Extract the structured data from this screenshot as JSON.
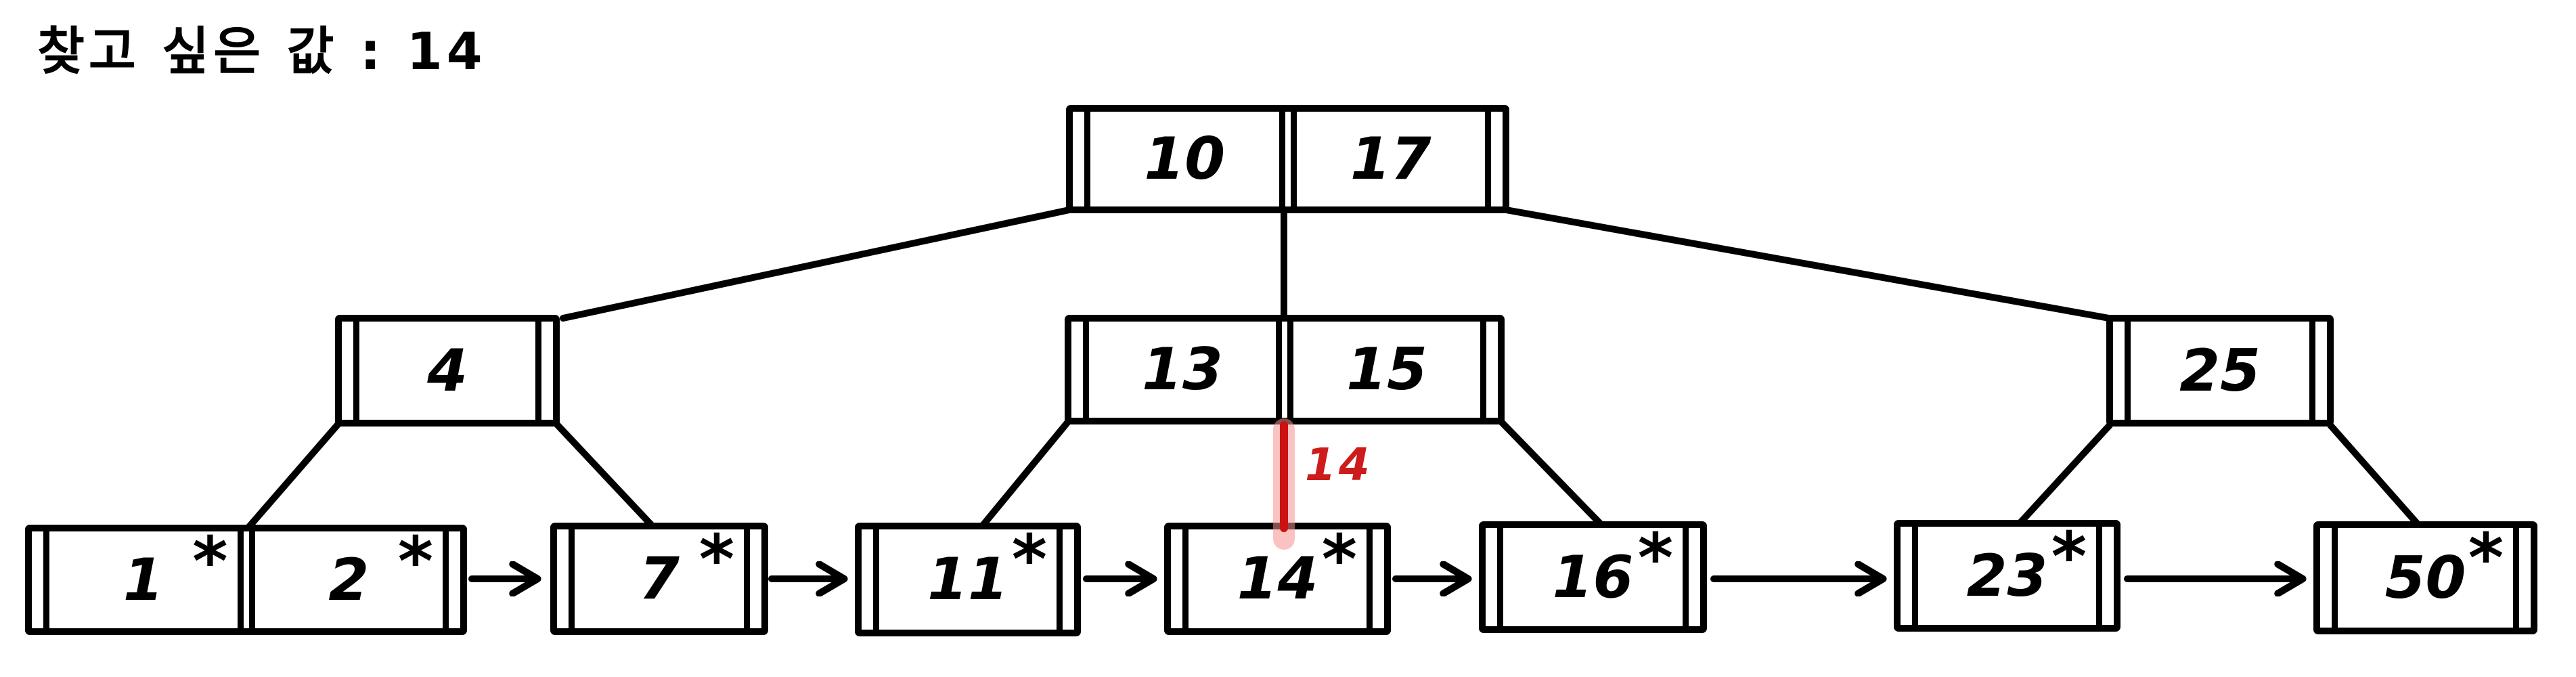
{
  "title": {
    "text": "찾고 싶은 값 : 14"
  },
  "colors": {
    "ink": "#000000",
    "background": "#ffffff",
    "highlight_core": "#cc1111",
    "highlight_glow": "#f78f8f",
    "annotation_red": "#cc1c1c"
  },
  "annotation": {
    "search_value_label": "14"
  },
  "tree": {
    "type": "b-plus-tree",
    "record_marker": "*",
    "root": {
      "keys": [
        "10",
        "17"
      ]
    },
    "internal": [
      {
        "keys": [
          "4"
        ]
      },
      {
        "keys": [
          "13",
          "15"
        ]
      },
      {
        "keys": [
          "25"
        ]
      }
    ],
    "leaves": [
      {
        "keys": [
          "1",
          "2"
        ]
      },
      {
        "keys": [
          "7"
        ]
      },
      {
        "keys": [
          "11"
        ]
      },
      {
        "keys": [
          "14"
        ]
      },
      {
        "keys": [
          "16"
        ]
      },
      {
        "keys": [
          "23"
        ]
      },
      {
        "keys": [
          "50"
        ]
      }
    ]
  }
}
